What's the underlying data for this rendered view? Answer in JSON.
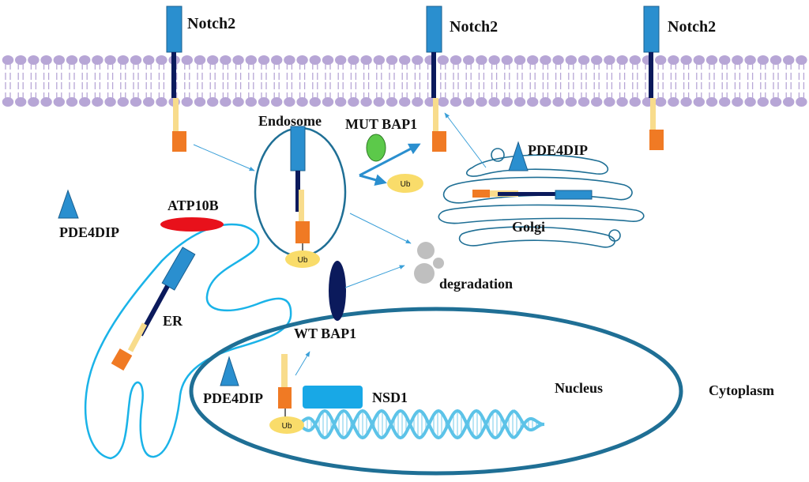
{
  "labels": {
    "notch2": "Notch2",
    "endosome": "Endosome",
    "mut_bap1": "MUT BAP1",
    "pde4dip": "PDE4DIP",
    "golgi": "Golgi",
    "atp10b": "ATP10B",
    "er": "ER",
    "degradation": "degradation",
    "wt_bap1": "WT BAP1",
    "nucleus": "Nucleus",
    "nsd1": "NSD1",
    "cytoplasm": "Cytoplasm",
    "ub": "Ub"
  },
  "colors": {
    "membrane": "#b7a6d6",
    "receptor_blue": "#2a8fcf",
    "receptor_navy": "#0b1a5c",
    "receptor_yellow": "#f8dc8c",
    "receptor_orange": "#f07a24",
    "er_outline": "#1ab3e8",
    "nucleus_outline": "#1f6f95",
    "ub_fill": "#f9dc6a",
    "mut_bap1": "#5cc94a",
    "atp10b": "#e8111b",
    "wt_bap1": "#0b1a5c",
    "degradation": "#bfbfbf",
    "nsd1": "#18a8e6",
    "dna": "#5cc3e8",
    "arrow": "#3a9fd8"
  }
}
